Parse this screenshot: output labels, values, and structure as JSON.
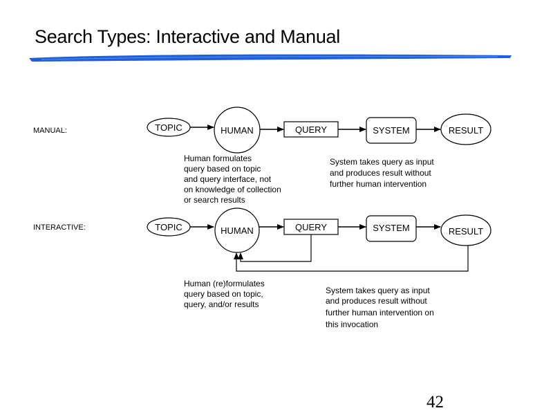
{
  "slide": {
    "title": "Search Types: Interactive and Manual",
    "page_number": "42",
    "accent_color": "#1f5fd8"
  },
  "manual": {
    "row_label": "MANUAL:",
    "nodes": {
      "topic": "TOPIC",
      "human": "HUMAN",
      "query": "QUERY",
      "system": "SYSTEM",
      "result": "RESULT"
    },
    "human_note": [
      "Human formulates",
      "query based on topic",
      "and query interface, not",
      "on knowledge of collection",
      "or search results"
    ],
    "system_note": [
      "System takes query as input",
      "and produces result without",
      "further human intervention"
    ]
  },
  "interactive": {
    "row_label": "INTERACTIVE:",
    "nodes": {
      "topic": "TOPIC",
      "human": "HUMAN",
      "query": "QUERY",
      "system": "SYSTEM",
      "result": "RESULT"
    },
    "human_note": [
      "Human (re)formulates",
      "query based on topic,",
      "query, and/or results"
    ],
    "system_note": [
      "System takes query as input",
      "and produces result without",
      "further human intervention on",
      "this invocation"
    ]
  }
}
